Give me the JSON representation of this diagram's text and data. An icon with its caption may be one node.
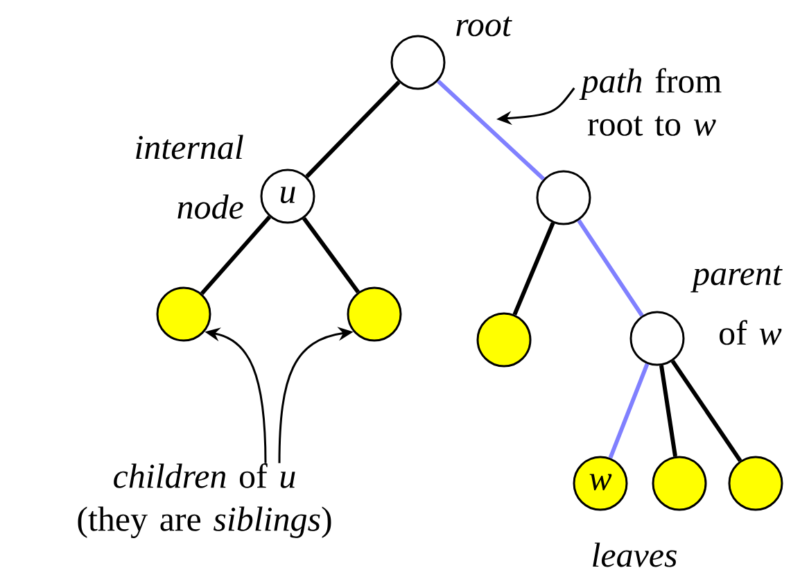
{
  "diagram": {
    "nodes": [
      {
        "text": [],
        "shape": "circle",
        "beside": [
          "root"
        ]
      },
      {
        "text": [
          "u"
        ],
        "beside": [
          "internal node"
        ]
      },
      {
        "text": [],
        "shape": "circle"
      },
      {
        "text": [],
        "shape": "circle"
      },
      {
        "text": [],
        "shape": "circle"
      },
      {
        "text": [],
        "shape": "circle"
      },
      {
        "text": [],
        "shape": "circle",
        "beside": [
          "*parent* of *w*"
        ]
      },
      {
        "text": [
          "w"
        ]
      },
      {
        "text": [],
        "shape": "circle"
      },
      {
        "text": [],
        "shape": "circle"
      },
      {
        "text": [
          "*path* from root to *w*"
        ]
      },
      {
        "text": [
          "*children* of *u* (they are *siblings*)"
        ]
      }
    ],
    "edges": [
      {
        "from": 0,
        "to": 1,
        "arrow": "none"
      },
      {
        "from": 0,
        "to": 2,
        "arrow": "none",
        "color": "#8080ff"
      },
      {
        "from": 1,
        "to": 3,
        "arrow": "none"
      },
      {
        "from": 1,
        "to": 4,
        "arrow": "none"
      },
      {
        "from": 2,
        "to": 5,
        "arrow": "none"
      },
      {
        "from": 2,
        "to": 6,
        "arrow": "none",
        "color": "#8080ff"
      },
      {
        "from": 6,
        "to": 7,
        "arrow": "none",
        "color": "#8080ff"
      },
      {
        "from": 6,
        "to": 8,
        "arrow": "none"
      },
      {
        "from": 6,
        "to": 9,
        "arrow": "none"
      },
      {
        "from": 10,
        "to": null,
        "arrow": "to"
      },
      {
        "from": 11,
        "to": 3,
        "arrow": "to"
      },
      {
        "from": 11,
        "to": 4,
        "arrow": "to"
      }
    ],
    "labels": [
      "leaves"
    ]
  }
}
